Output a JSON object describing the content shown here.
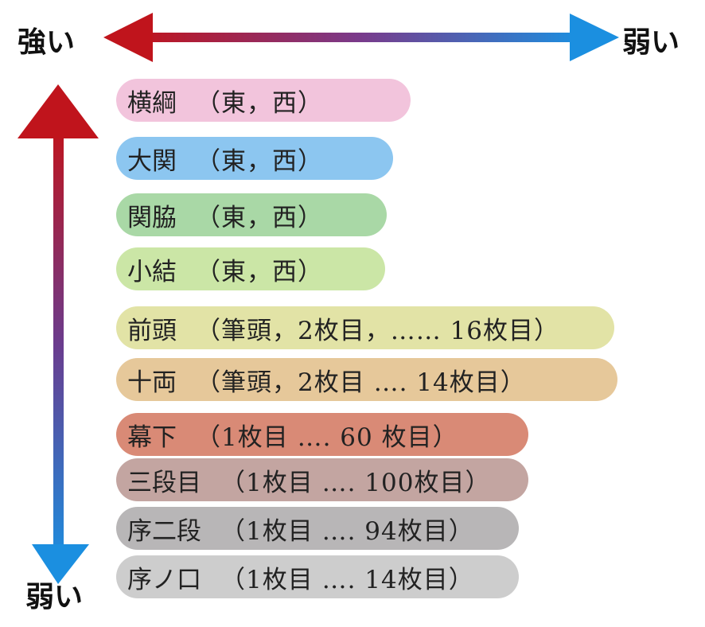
{
  "labels": {
    "top_left": "強い",
    "top_right": "弱い",
    "bottom_left": "弱い"
  },
  "colors": {
    "strong": "#c0141c",
    "weak": "#1b8fe0"
  },
  "ranks": [
    {
      "name": "横綱",
      "detail": "（東，西）",
      "color": "#f2c4dc"
    },
    {
      "name": "大関",
      "detail": "（東，西）",
      "color": "#8cc6f0"
    },
    {
      "name": "関脇",
      "detail": "（東，西）",
      "color": "#a9d8a6"
    },
    {
      "name": "小結",
      "detail": "（東，西）",
      "color": "#cbe6a6"
    },
    {
      "name": "前頭",
      "detail": "（筆頭，2枚目，…… 16枚目）",
      "color": "#e2e3a6"
    },
    {
      "name": "十両",
      "detail": "（筆頭，2枚目 …. 14枚目）",
      "color": "#e6c89a"
    },
    {
      "name": "幕下",
      "detail": "（1枚目 …. 60 枚目）",
      "color": "#d98a76"
    },
    {
      "name": "三段目",
      "detail": "（1枚目 …. 100枚目）",
      "color": "#c3a5a1"
    },
    {
      "name": "序二段",
      "detail": "（1枚目 …. 94枚目）",
      "color": "#b8b6b7"
    },
    {
      "name": "序ノ口",
      "detail": "（1枚目 …. 14枚目）",
      "color": "#cdcdcd"
    }
  ]
}
